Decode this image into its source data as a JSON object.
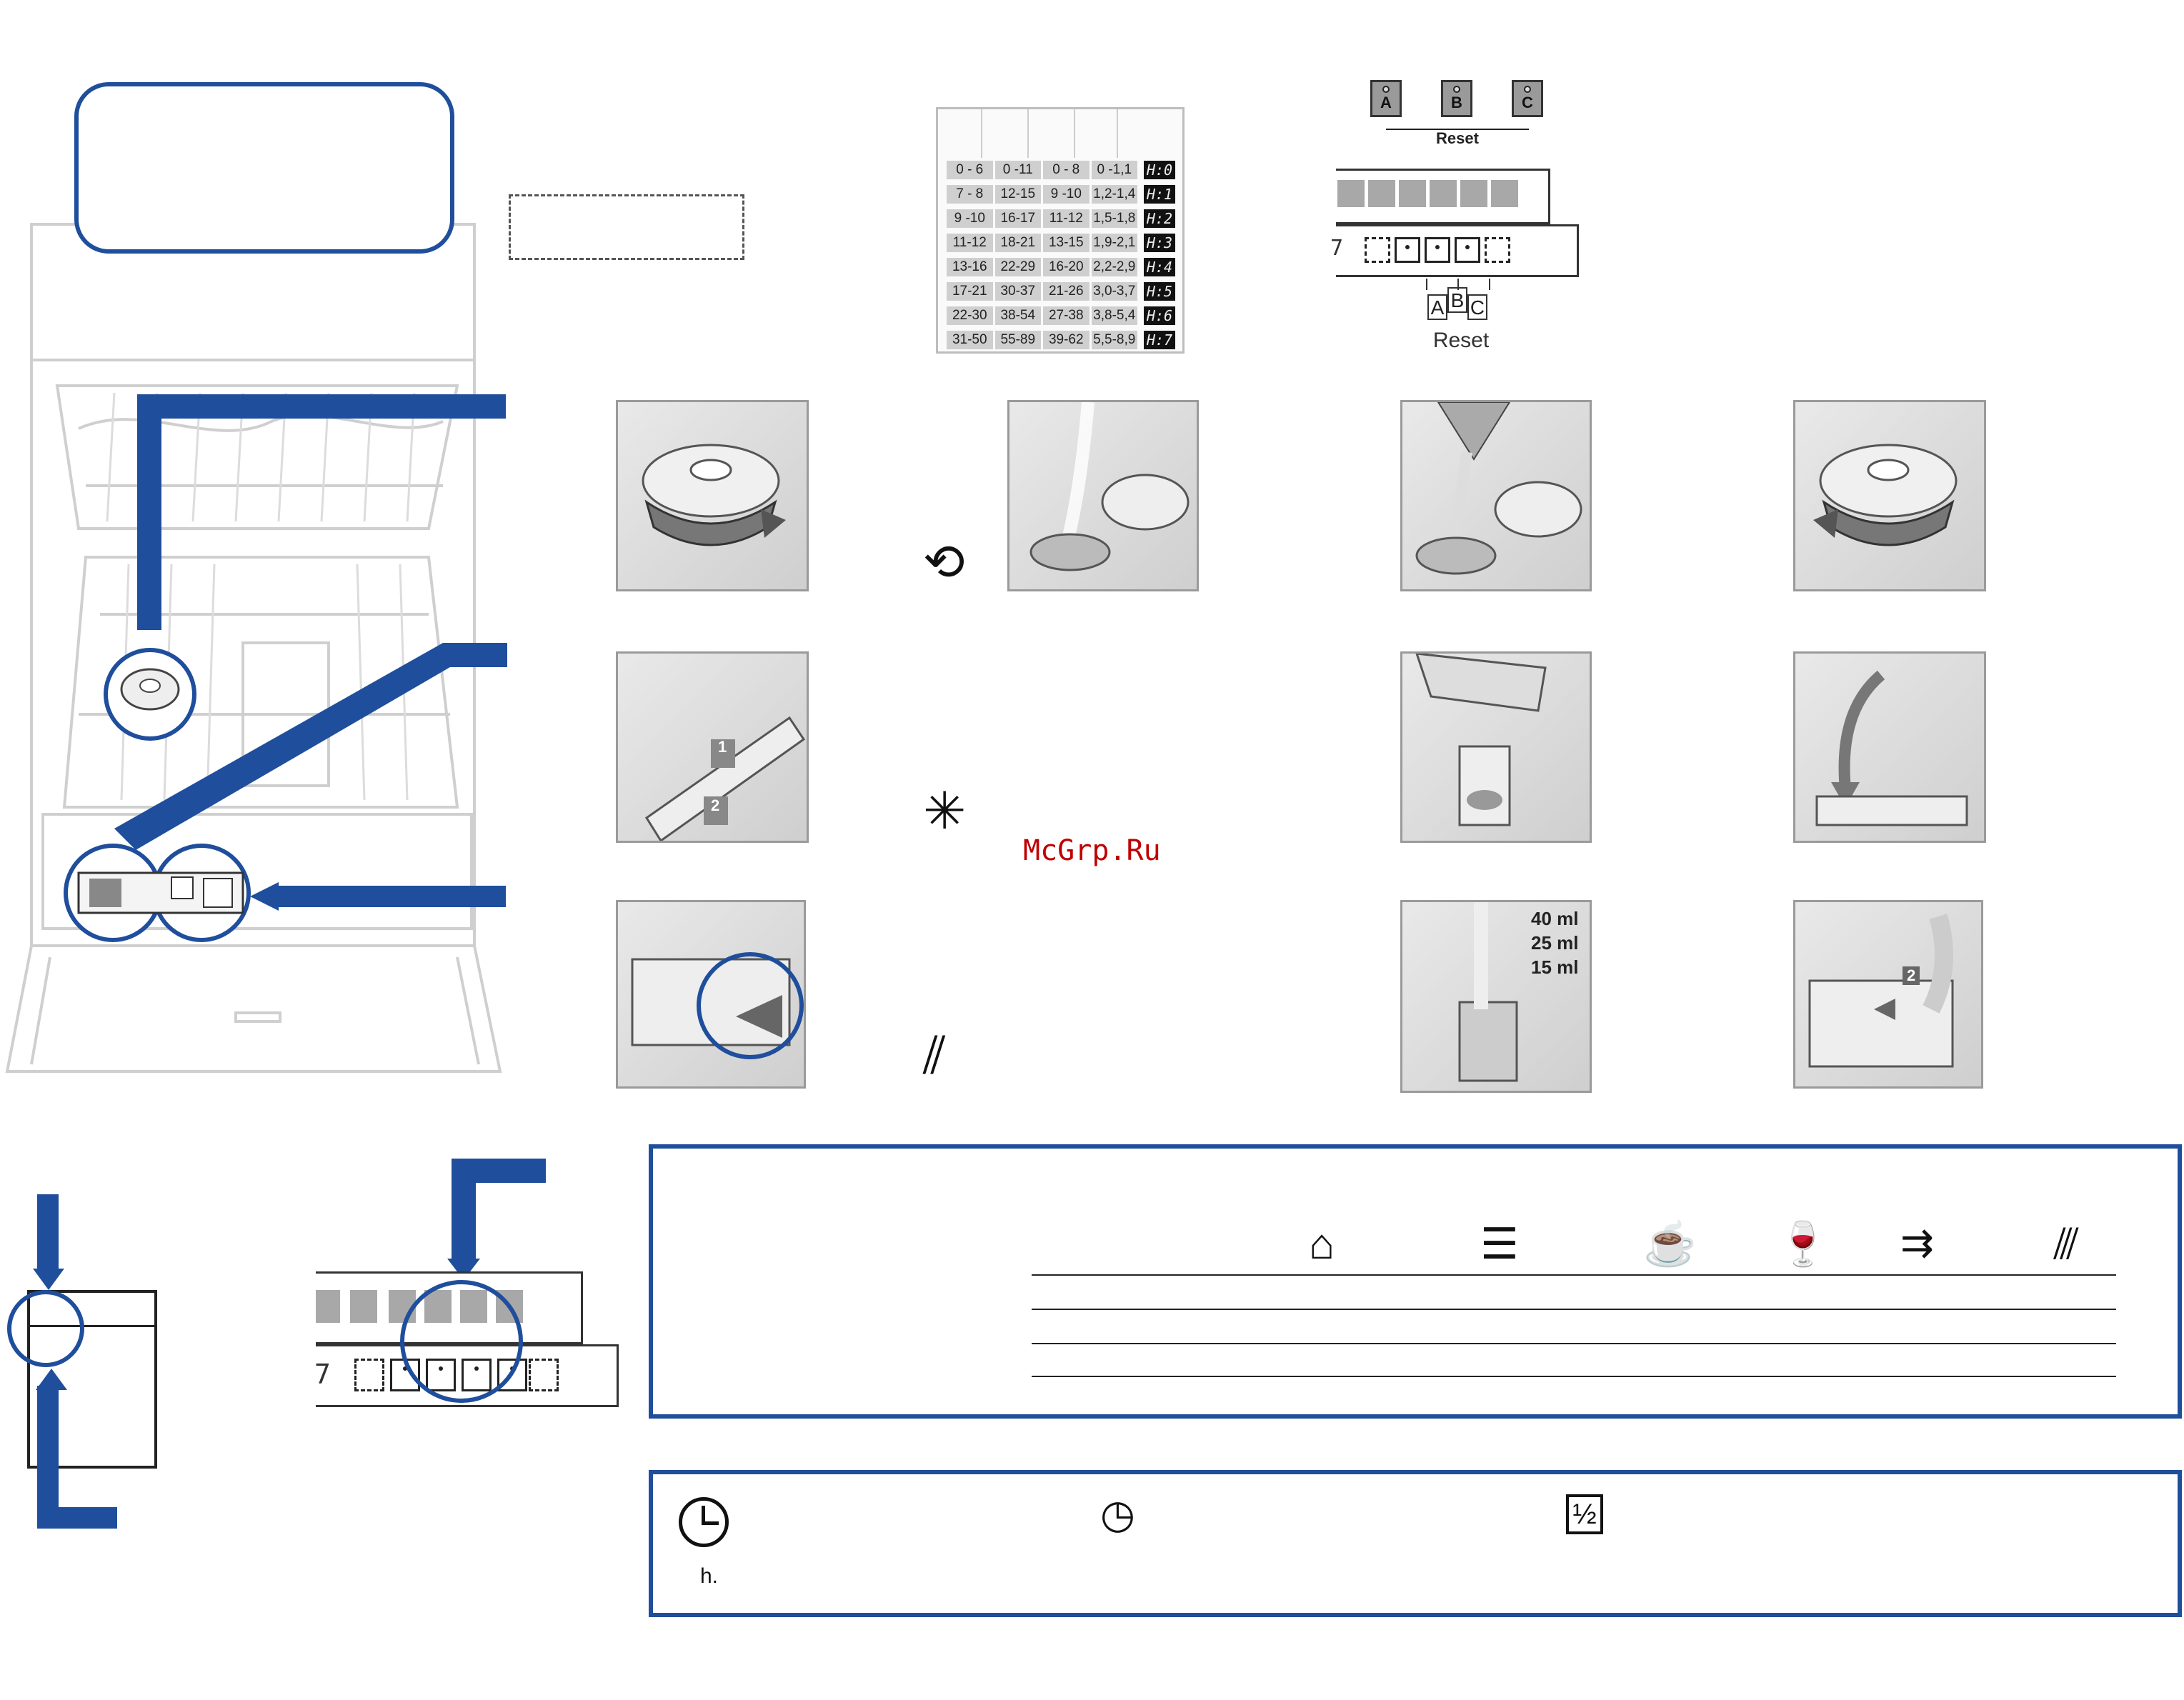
{
  "water_table": {
    "rows": [
      {
        "c1": "0 - 6",
        "c2": "0 -11",
        "c3": "0 - 8",
        "c4": "0 -1,1",
        "code": "H:0"
      },
      {
        "c1": "7 - 8",
        "c2": "12-15",
        "c3": "9 -10",
        "c4": "1,2-1,4",
        "code": "H:1"
      },
      {
        "c1": "9 -10",
        "c2": "16-17",
        "c3": "11-12",
        "c4": "1,5-1,8",
        "code": "H:2"
      },
      {
        "c1": "11-12",
        "c2": "18-21",
        "c3": "13-15",
        "c4": "1,9-2,1",
        "code": "H:3"
      },
      {
        "c1": "13-16",
        "c2": "22-29",
        "c3": "16-20",
        "c4": "2,2-2,9",
        "code": "H:4"
      },
      {
        "c1": "17-21",
        "c2": "30-37",
        "c3": "21-26",
        "c4": "3,0-3,7",
        "code": "H:5"
      },
      {
        "c1": "22-30",
        "c2": "38-54",
        "c3": "27-38",
        "c4": "3,8-5,4",
        "code": "H:6"
      },
      {
        "c1": "31-50",
        "c2": "55-89",
        "c3": "39-62",
        "c4": "5,5-8,9",
        "code": "H:7"
      }
    ]
  },
  "controls": {
    "keys": [
      "A",
      "B",
      "C"
    ],
    "reset_top": "Reset",
    "reset_bottom": "Reset",
    "panel_digit": "7"
  },
  "detergent_measures": [
    "40 ml",
    "25 ml",
    "15 ml"
  ],
  "step_numbers": {
    "one": "1",
    "two": "2"
  },
  "watermark": "McGrp.Ru",
  "timer": {
    "unit": "h."
  },
  "icons": {
    "salt": "salt-refill-icon",
    "rinse_aid": "rinse-aid-sparkle-icon",
    "detergent": "detergent-spray-icon",
    "programs": [
      "pot-icon",
      "plates-icon",
      "cup-saucer-icon",
      "wine-glass-icon",
      "quick-wash-icon",
      "pre-rinse-icon"
    ],
    "options": [
      "clock-icon",
      "delay-timer-icon",
      "half-load-icon"
    ]
  },
  "colors": {
    "accent": "#1f4e9c",
    "panel_bg": "#d8d8d8",
    "watermark": "#c00000"
  }
}
